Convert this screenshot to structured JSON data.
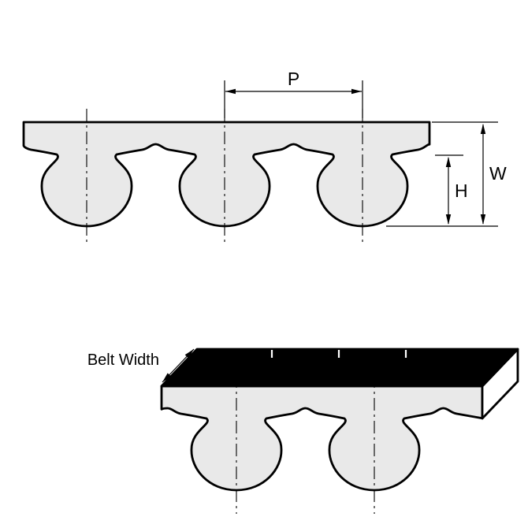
{
  "figure": {
    "background": "#ffffff",
    "line_color": "#000000",
    "belt_fill": "#e9e9e9",
    "end_face_fill": "#ffffff",
    "top_face_fill": "#000000",
    "labels": {
      "pitch": "P",
      "width": "W",
      "height": "H",
      "belt_width": "Belt Width"
    }
  }
}
